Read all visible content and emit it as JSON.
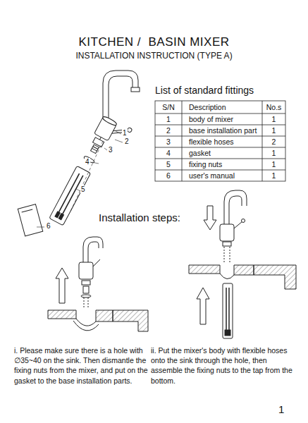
{
  "diagram": {
    "title": "KITCHEN /  BASIN MIXER",
    "labels": [
      "INSTALLATION INSTRUCTION (TYPE A)",
      "List of standard fittings",
      "S/N",
      "Description",
      "No.s",
      "1",
      "body of mixer",
      "1",
      "2",
      "base installation part",
      "1",
      "3",
      "flexible hoses",
      "2",
      "4",
      "gasket",
      "1",
      "5",
      "fixing nuts",
      "1",
      "6",
      "user's manual",
      "1",
      "1",
      "2",
      "3",
      "4",
      "5",
      "6",
      "Installation steps:",
      "i. Please make sure there is a hole with ∅35~40 on the sink. Then dismantle the fixing nuts from the mixer, and put on the gasket to the base installation parts.",
      "ii. Put the mixer's body with flexible hoses onto the sink through the hole, then assemble the fixing nuts to the tap from the bottom.",
      "1"
    ]
  }
}
